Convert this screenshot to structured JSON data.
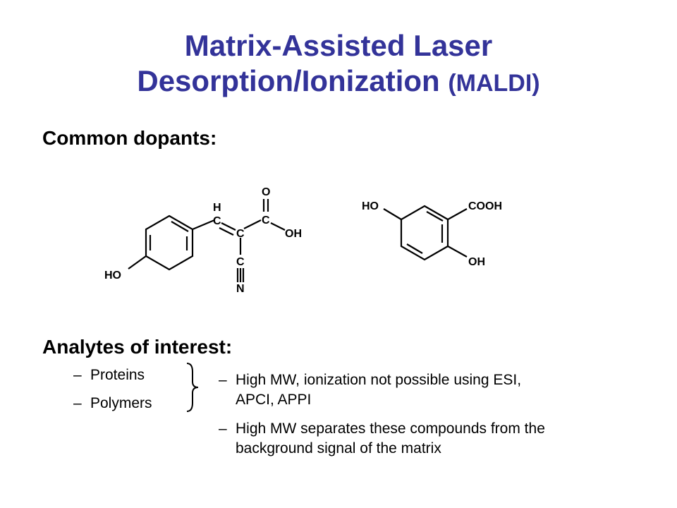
{
  "title": {
    "line1": "Matrix-Assisted Laser",
    "line2_main": "Desorption/Ionization",
    "line2_small": "(MALDI)"
  },
  "dopants_heading": "Common dopants:",
  "molecule1": {
    "atoms": [
      "H",
      "C",
      "C",
      "C",
      "O",
      "OH",
      "C",
      "N",
      "HO"
    ]
  },
  "molecule2": {
    "atoms": [
      "HO",
      "COOH",
      "OH"
    ]
  },
  "analytes_heading": "Analytes of interest:",
  "analytes": [
    {
      "dash": "–",
      "label": "Proteins"
    },
    {
      "dash": "–",
      "label": "Polymers"
    }
  ],
  "notes": [
    {
      "dash": "–",
      "line1": "High MW, ionization not possible using ESI,",
      "line2": "APCI, APPI"
    },
    {
      "dash": "–",
      "line1": "High MW separates these compounds from the",
      "line2": "background signal of the matrix"
    }
  ]
}
